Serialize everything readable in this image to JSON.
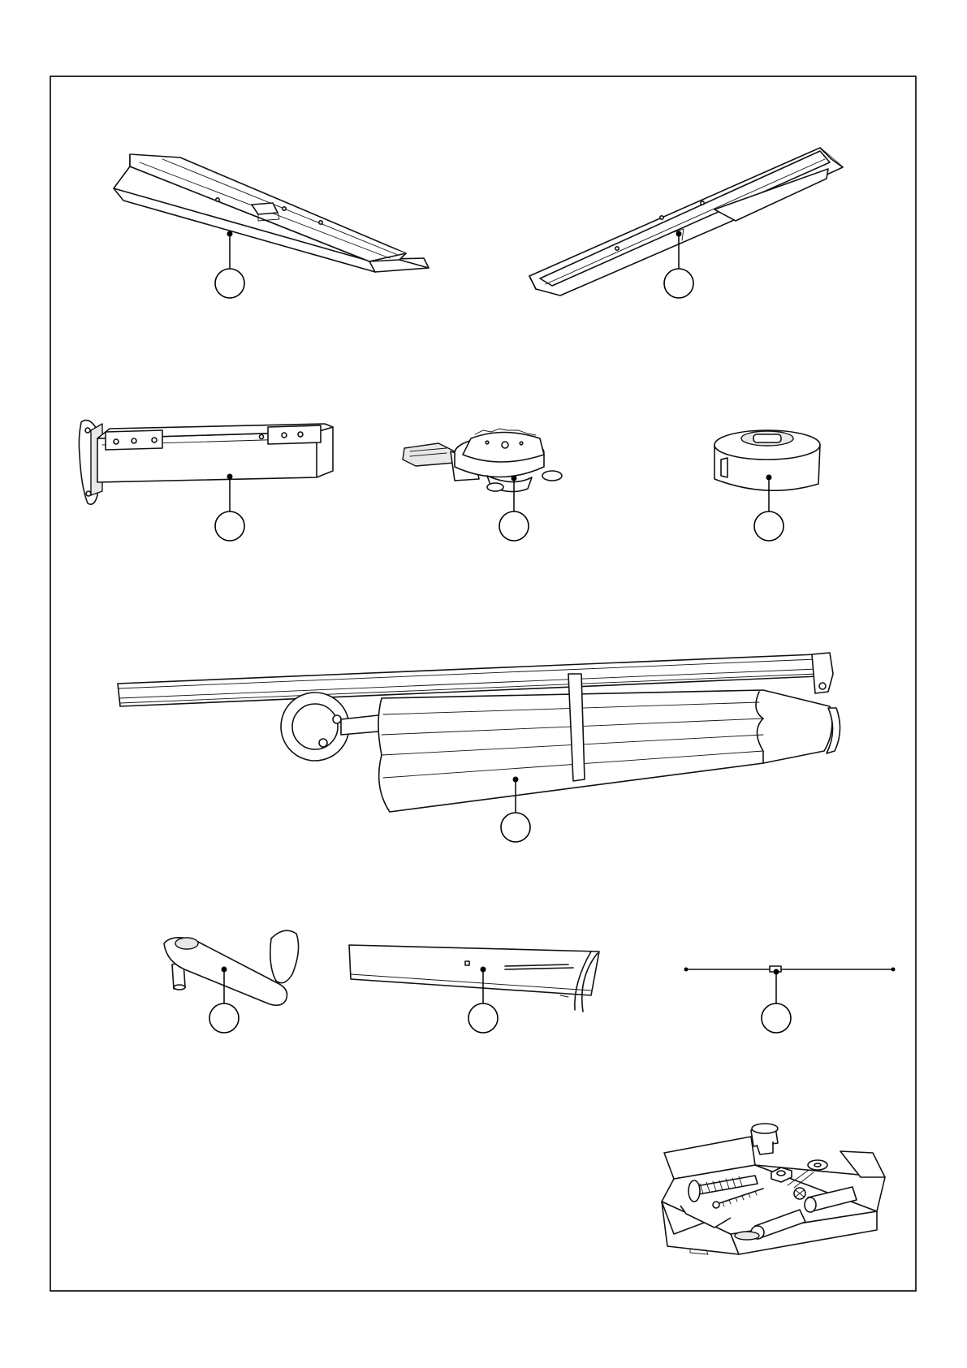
{
  "colors": {
    "line": "#111111",
    "frame": "#000000",
    "background": "#ffffff"
  },
  "parts": [
    {
      "id": "left-rail",
      "callout": ""
    },
    {
      "id": "right-rail",
      "callout": ""
    },
    {
      "id": "wall-bracket-arm",
      "callout": ""
    },
    {
      "id": "rotation-base",
      "callout": ""
    },
    {
      "id": "base-cover-cap",
      "callout": ""
    },
    {
      "id": "umbrella-with-arm",
      "callout": ""
    },
    {
      "id": "crank-handle",
      "callout": ""
    },
    {
      "id": "umbrella-cover",
      "callout": ""
    },
    {
      "id": "tension-cable",
      "callout": ""
    },
    {
      "id": "hardware-kit",
      "callout": ""
    }
  ]
}
